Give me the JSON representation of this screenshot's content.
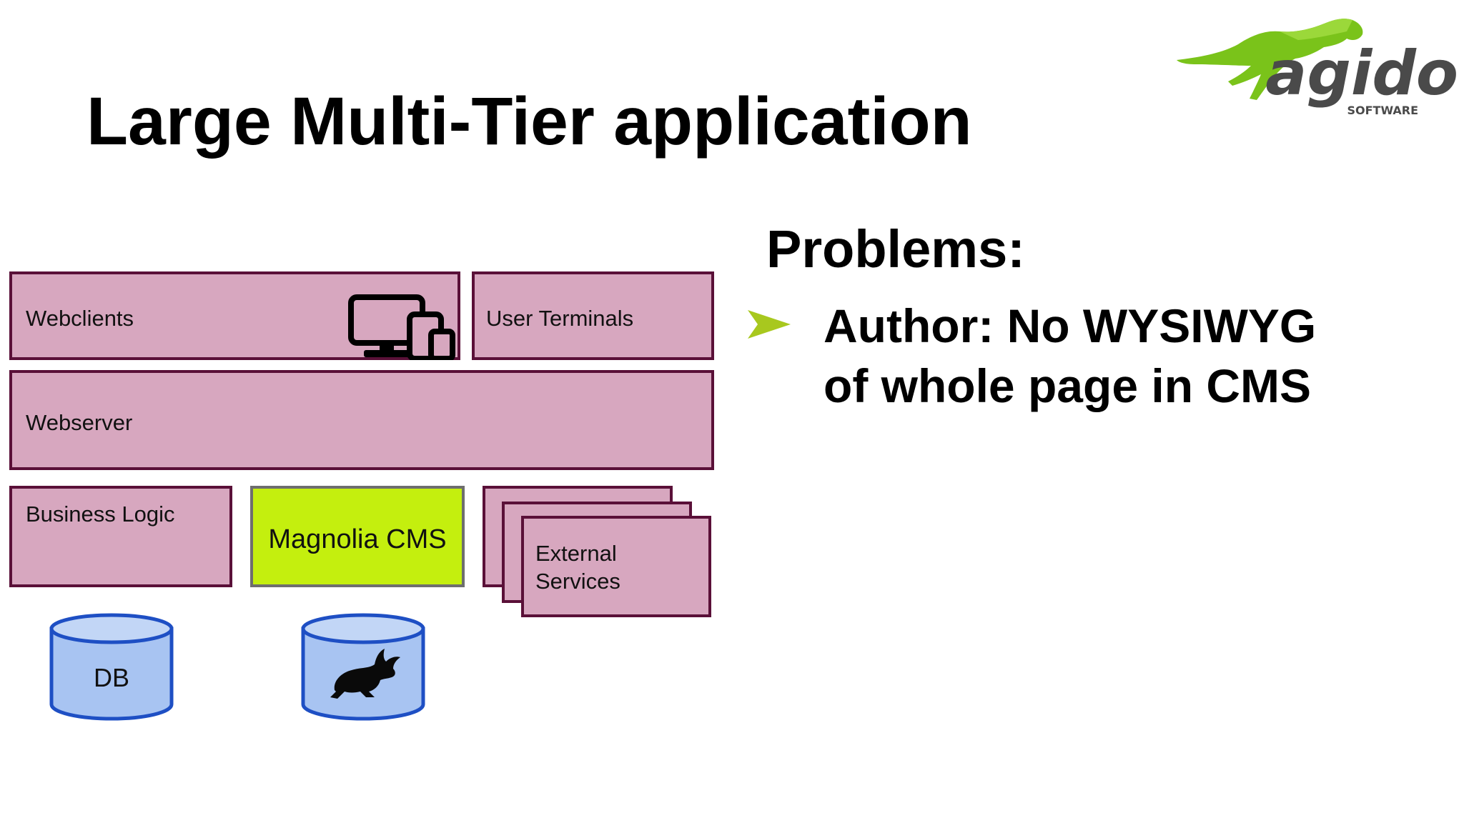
{
  "slide": {
    "title": "Large Multi-Tier application",
    "logo": {
      "wordmark": "agido",
      "tagline": "SOFTWARE"
    }
  },
  "diagram": {
    "webclients": "Webclients",
    "user_terminals": "User Terminals",
    "webserver": "Webserver",
    "business_logic": "Business Logic",
    "magnolia_cms": "Magnolia CMS",
    "external_services": "External\nServices",
    "db": "DB"
  },
  "problems": {
    "heading": "Problems:",
    "items": [
      "Author: No WYSIWYG\nof whole page in CMS"
    ]
  },
  "colors": {
    "tier_fill": "#d7a7bf",
    "tier_border": "#5a1038",
    "cms_fill": "#c4ef0e",
    "db_fill": "#a8c4f2",
    "db_border": "#1e4fc4",
    "bullet": "#a8c81e"
  }
}
